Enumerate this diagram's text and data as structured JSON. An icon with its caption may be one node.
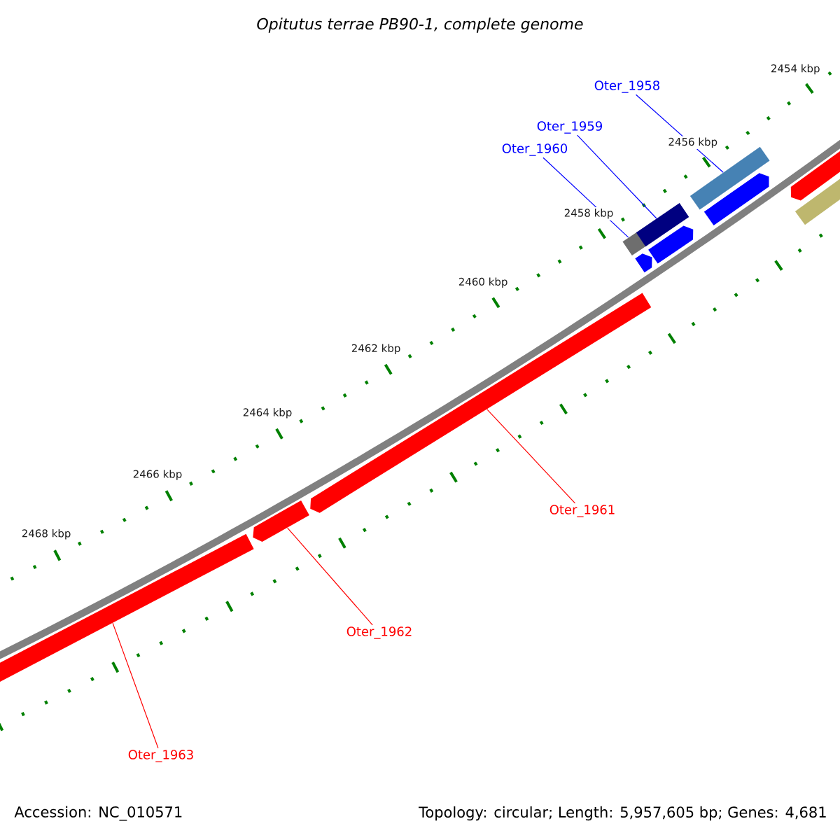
{
  "diagram": {
    "title": "Opitutus terrae PB90-1, complete genome",
    "nodes": [
      {
        "text": [
          "Oter_1958"
        ]
      },
      {
        "text": [
          "Oter_1959"
        ]
      },
      {
        "text": [
          "Oter_1960"
        ]
      },
      {
        "text": [
          "Oter_1961"
        ]
      },
      {
        "text": [
          "Oter_1962"
        ]
      },
      {
        "text": [
          "Oter_1963"
        ]
      },
      {
        "text": [],
        "shape": "bar"
      },
      {
        "text": [],
        "shape": "bar"
      },
      {
        "text": [],
        "shape": "bar"
      },
      {
        "text": [],
        "shape": "bar"
      },
      {
        "text": [],
        "shape": "bar"
      },
      {
        "text": [],
        "shape": "bar"
      },
      {
        "text": [],
        "shape": "bar"
      },
      {
        "text": [],
        "shape": "bar"
      },
      {
        "text": [],
        "shape": "bar"
      },
      {
        "text": [],
        "shape": "bar"
      },
      {
        "text": [],
        "shape": "bar"
      }
    ],
    "edges": [
      {
        "from": 0,
        "to": 13,
        "arrow": "none",
        "color": "#0000ff"
      },
      {
        "from": 1,
        "to": 11,
        "arrow": "none",
        "color": "#0000ff"
      },
      {
        "from": 2,
        "to": 9,
        "arrow": "none",
        "color": "#0000ff"
      },
      {
        "from": 3,
        "to": 8,
        "arrow": "none",
        "color": "#ff0000"
      },
      {
        "from": 4,
        "to": 7,
        "arrow": "none",
        "color": "#ff0000"
      },
      {
        "from": 5,
        "to": 6,
        "arrow": "none",
        "color": "#ff0000"
      }
    ],
    "labels": [
      "2454 kbp",
      "2456 kbp",
      "2458 kbp",
      "2460 kbp",
      "2462 kbp",
      "2464 kbp",
      "2466 kbp",
      "2468 kbp",
      "Accession: NC_010571",
      "Topology: circular; Length: 5,957,605 bp; Genes: 4,681"
    ]
  }
}
